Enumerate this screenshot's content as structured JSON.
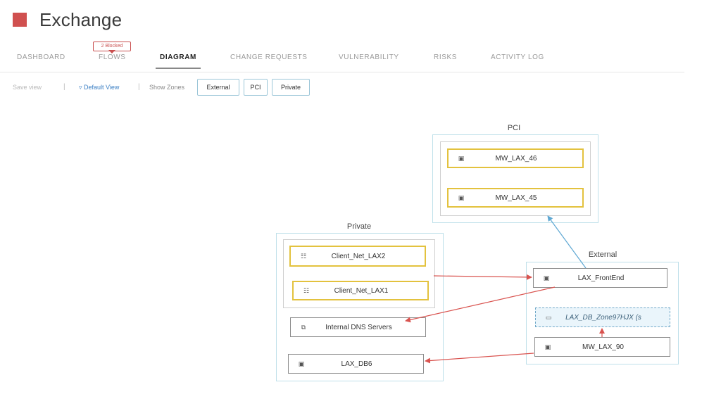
{
  "app": {
    "title": "Exchange",
    "brand_color": "#d0504f"
  },
  "tabs": [
    {
      "label": "DASHBOARD",
      "active": false
    },
    {
      "label": "FLOWS",
      "active": false,
      "badge": "2 Blocked"
    },
    {
      "label": "DIAGRAM",
      "active": true
    },
    {
      "label": "CHANGE REQUESTS",
      "active": false
    },
    {
      "label": "VULNERABILITY",
      "active": false
    },
    {
      "label": "RISKS",
      "active": false
    },
    {
      "label": "ACTIVITY LOG",
      "active": false
    }
  ],
  "toolbar": {
    "faded_label": "Save view",
    "default_view": "Default View",
    "show_zones_label": "Show Zones",
    "zone_buttons": [
      "External",
      "PCI",
      "Private"
    ]
  },
  "diagram": {
    "zones": {
      "pci": "PCI",
      "private": "Private",
      "external": "External"
    },
    "nodes": {
      "mw_lax_46": {
        "label": "MW_LAX_46",
        "icon": "server-icon"
      },
      "mw_lax_45": {
        "label": "MW_LAX_45",
        "icon": "server-icon"
      },
      "client_net_lax2": {
        "label": "Client_Net_LAX2",
        "icon": "network-icon"
      },
      "client_net_lax1": {
        "label": "Client_Net_LAX1",
        "icon": "network-icon"
      },
      "internal_dns": {
        "label": "Internal DNS Servers",
        "icon": "server-group-icon"
      },
      "lax_db6": {
        "label": "LAX_DB6",
        "icon": "server-icon"
      },
      "lax_frontend": {
        "label": "LAX_FrontEnd",
        "icon": "server-icon"
      },
      "lax_db_zone": {
        "label": "LAX_DB_Zone97HJX (s",
        "icon": "zone-icon"
      },
      "mw_lax_90": {
        "label": "MW_LAX_90",
        "icon": "server-icon"
      }
    },
    "link_colors": {
      "red": "#d9534f",
      "blue": "#5fa8d3"
    }
  }
}
